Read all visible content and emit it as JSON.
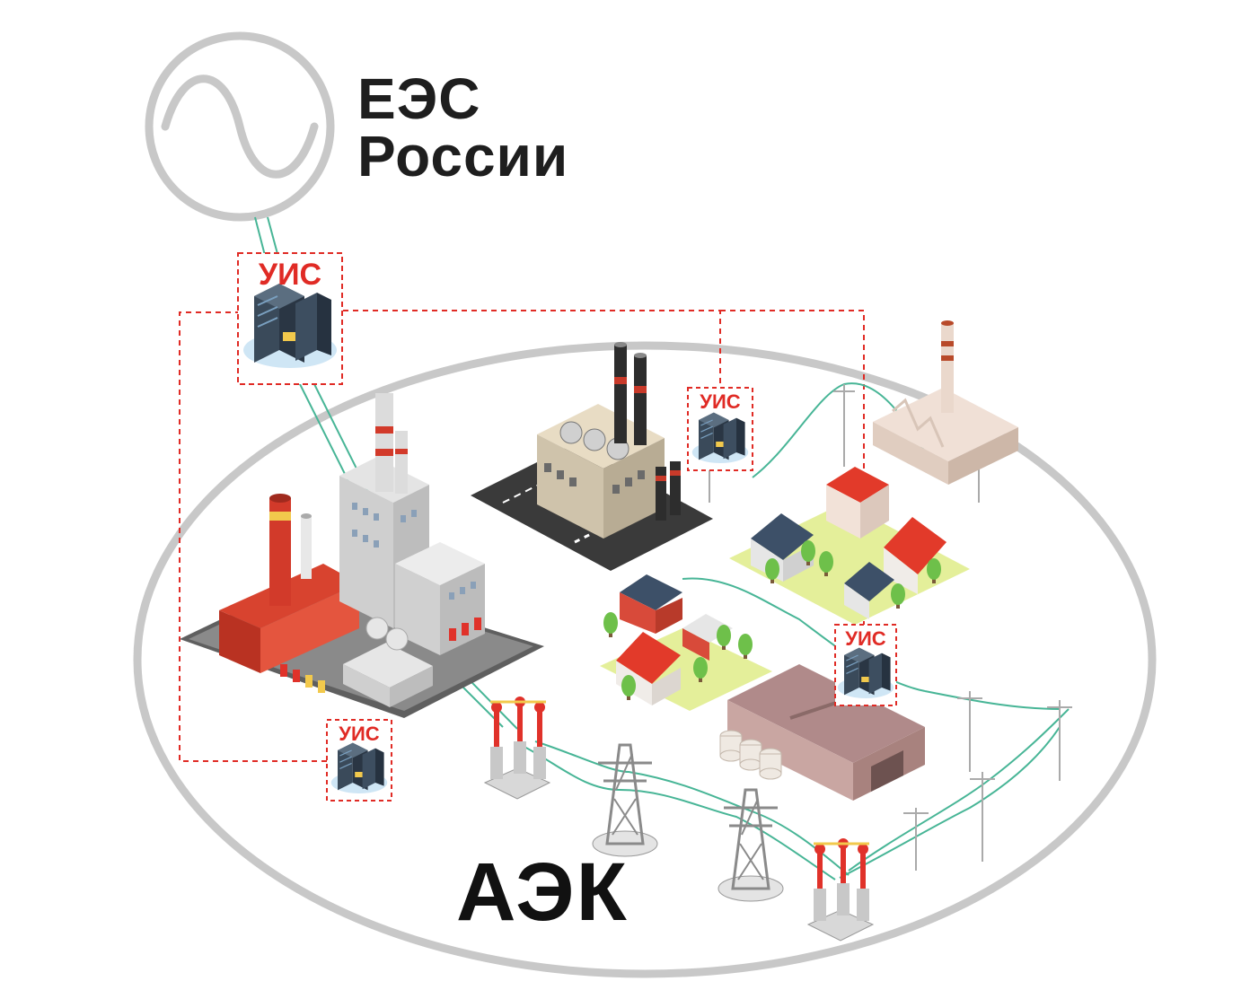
{
  "grid": {
    "title_line1": "ЕЭС",
    "title_line2": "России"
  },
  "area": {
    "title": "АЭК"
  },
  "uis_label": "УИС",
  "colors": {
    "ring": "#c8c8c8",
    "power_line": "#47b596",
    "dashed_link": "#e02b25",
    "accent_red": "#e23a2a",
    "text_dark": "#1e1e1e"
  },
  "icons": {
    "generator": "sine-wave-in-circle",
    "uis_node": "server-rack",
    "facilities": [
      "thermal-power-plant",
      "industrial-plant",
      "factory",
      "houses",
      "warehouse",
      "transmission-tower",
      "substation-transformer"
    ]
  }
}
